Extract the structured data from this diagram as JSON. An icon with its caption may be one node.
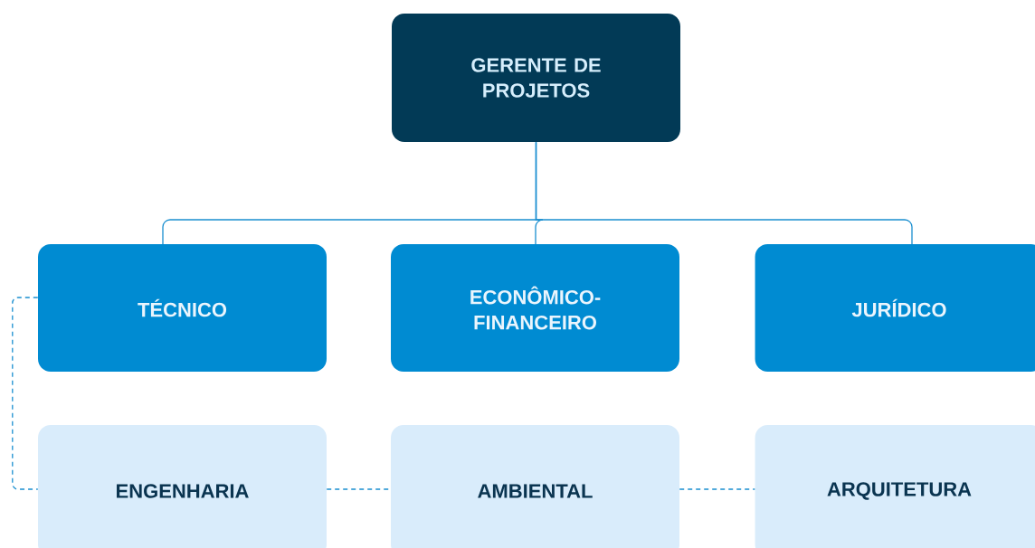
{
  "diagram": {
    "nodes": [
      {
        "text": [
          "GERENTE DE PROJETOS"
        ]
      },
      {
        "text": [
          "TÉCNICO"
        ]
      },
      {
        "text": [
          "ECONÔMICO-FINANCEIRO"
        ]
      },
      {
        "text": [
          "JURÍDICO"
        ]
      },
      {
        "text": [
          "ENGENHARIA"
        ]
      },
      {
        "text": [
          "AMBIENTAL"
        ]
      },
      {
        "text": [
          "ARQUITETURA"
        ]
      }
    ],
    "edges": [
      {
        "from": 0,
        "to": 1,
        "arrow": "none"
      },
      {
        "from": 0,
        "to": 2,
        "arrow": "none"
      },
      {
        "from": 0,
        "to": 3,
        "arrow": "none"
      },
      {
        "from": 1,
        "to": 4,
        "arrow": "none",
        "style": "dashed"
      },
      {
        "from": 4,
        "to": 5,
        "arrow": "none",
        "style": "dashed"
      },
      {
        "from": 5,
        "to": 6,
        "arrow": "none",
        "style": "dashed"
      }
    ]
  }
}
